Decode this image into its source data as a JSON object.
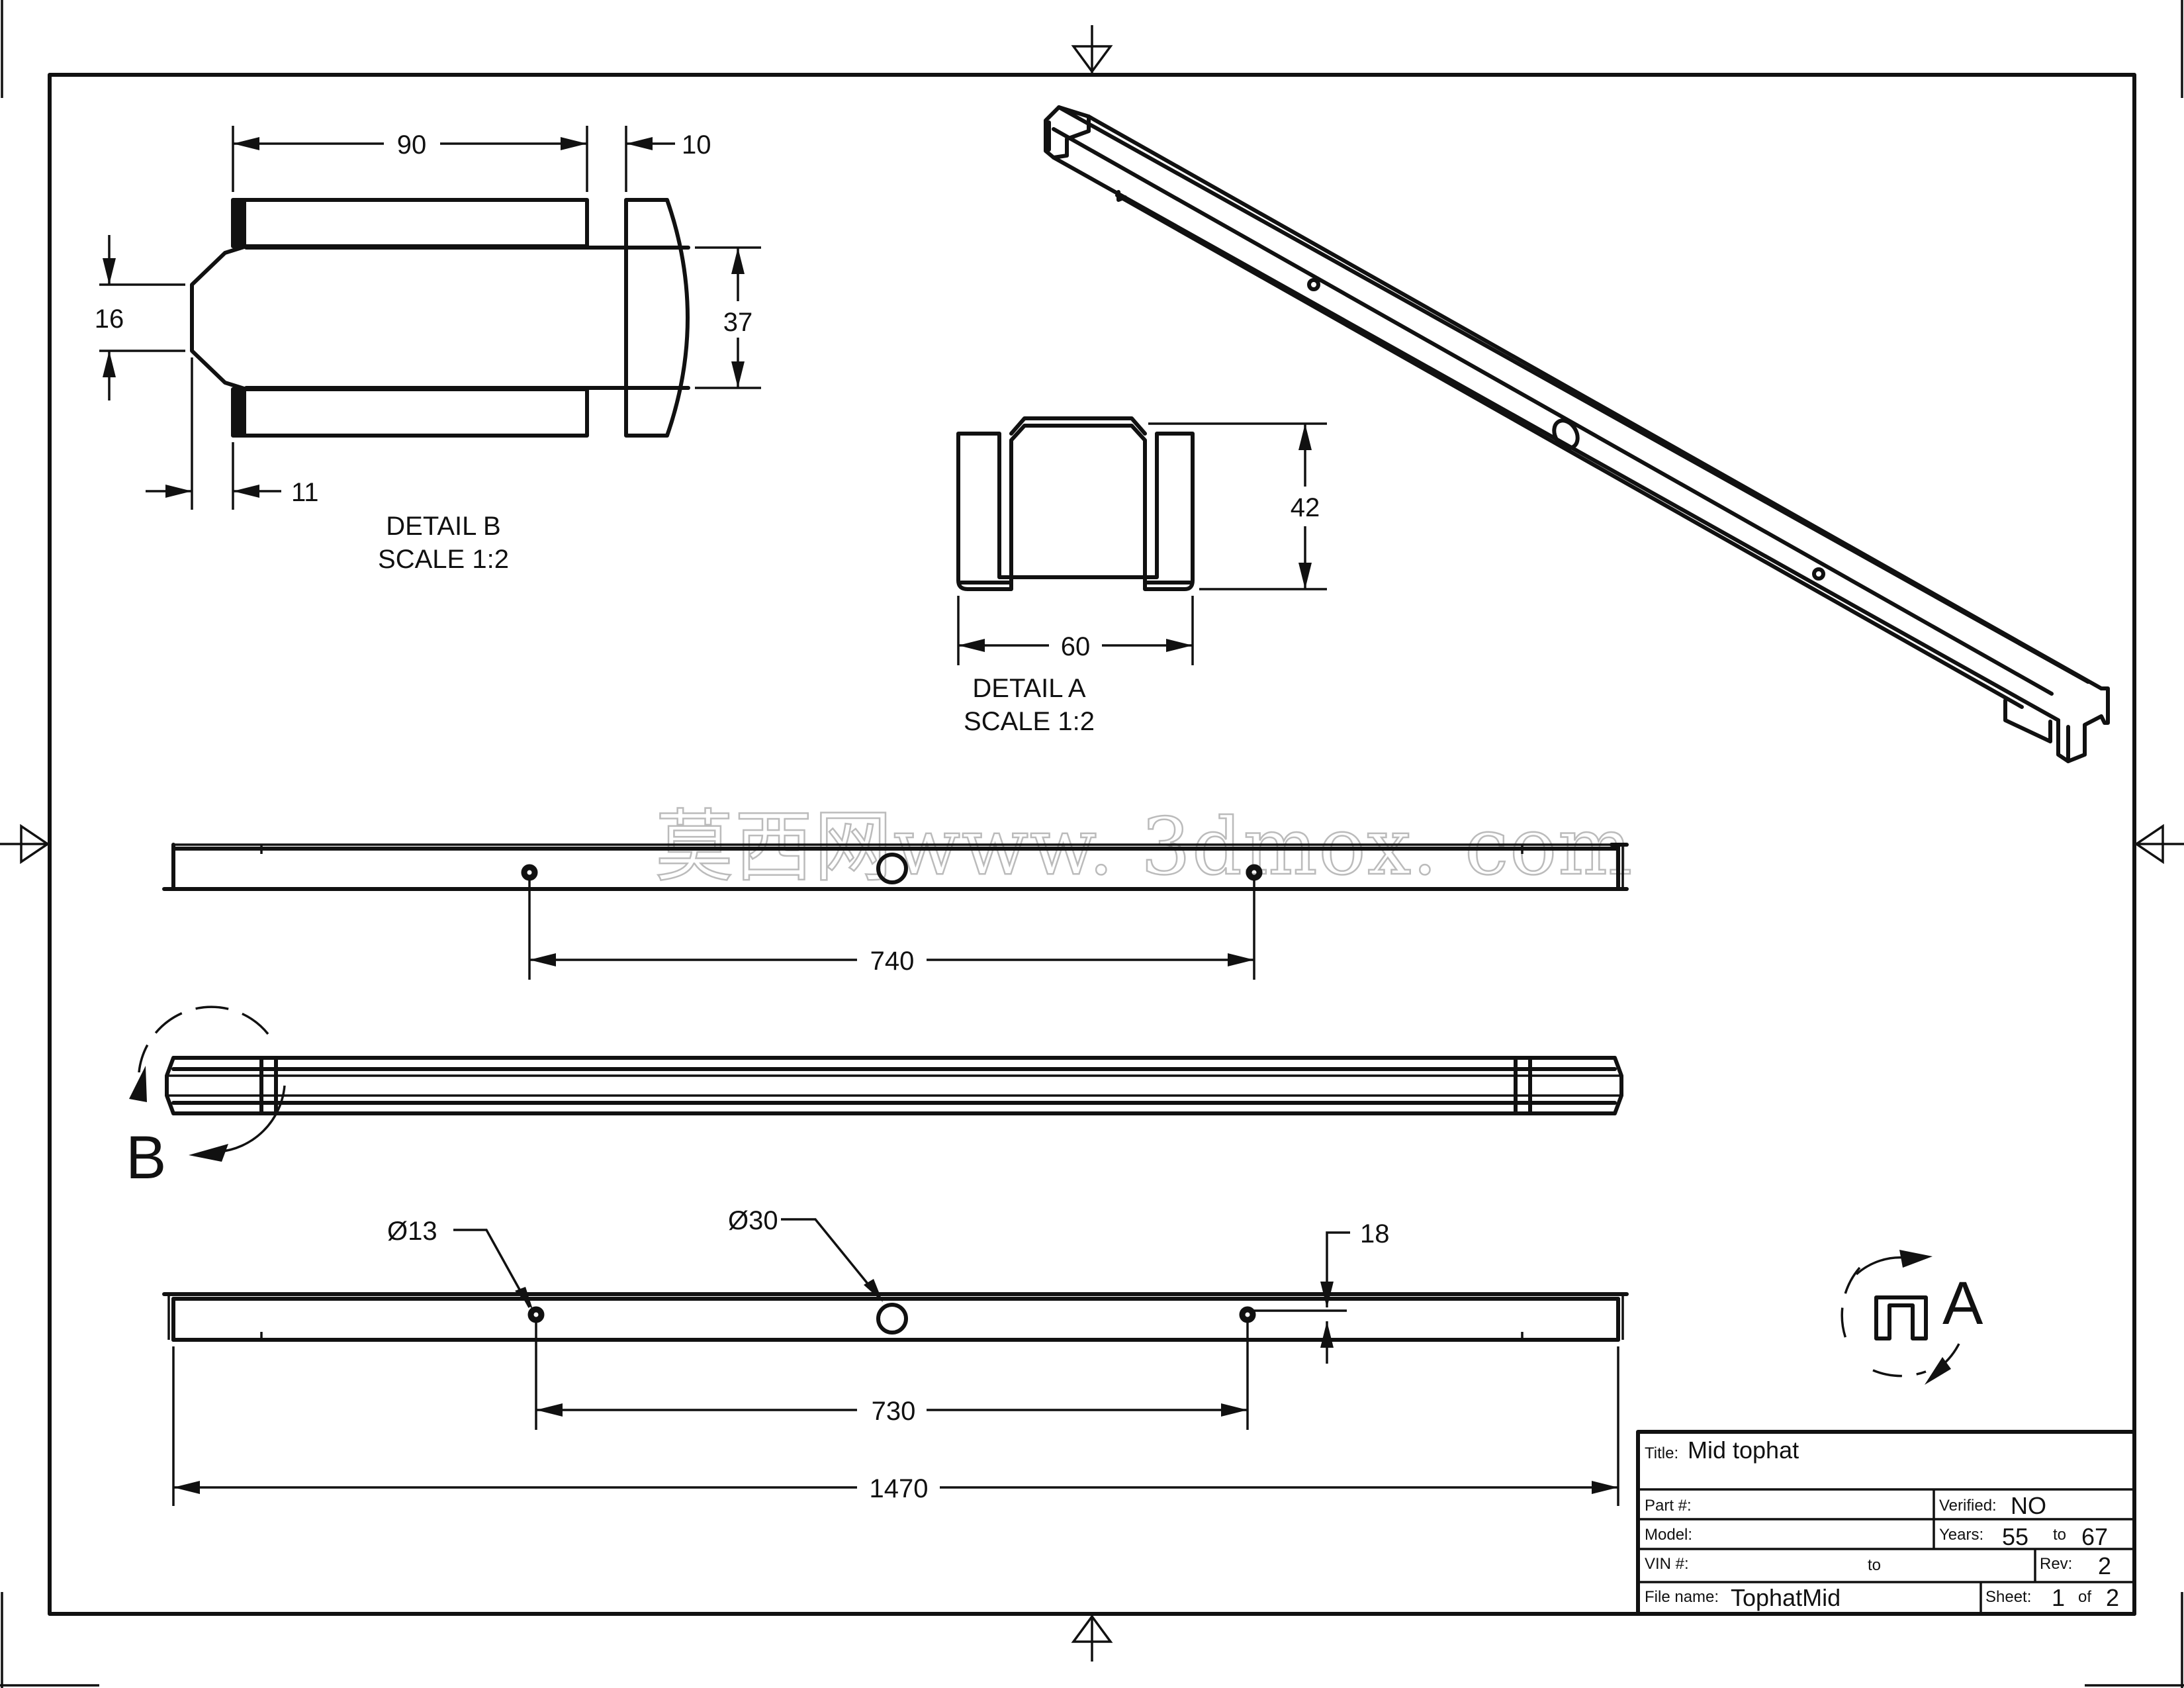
{
  "detail_b": {
    "dim_90": "90",
    "dim_10": "10",
    "dim_16": "16",
    "dim_37": "37",
    "dim_11": "11",
    "label": "DETAIL B",
    "scale": "SCALE 1:2"
  },
  "detail_a": {
    "dim_42": "42",
    "dim_60": "60",
    "label": "DETAIL A",
    "scale": "SCALE 1:2"
  },
  "views": {
    "dim_740": "740",
    "dim_730": "730",
    "dim_1470": "1470",
    "dim_18": "18",
    "hole_small": "Ø13",
    "hole_large": "Ø30",
    "view_b": "B",
    "view_a": "A"
  },
  "watermark": "莫西网www. 3dmox. com",
  "title_block": {
    "title_label": "Title:",
    "title_value": "Mid tophat",
    "part_label": "Part #:",
    "verified_label": "Verified:",
    "verified_value": "NO",
    "model_label": "Model:",
    "years_label": "Years:",
    "years_from": "55",
    "years_to_label": "to",
    "years_to": "67",
    "vin_label": "VIN #:",
    "vin_to": "to",
    "rev_label": "Rev:",
    "rev_value": "2",
    "filename_label": "File name:",
    "filename_value": "TophatMid",
    "sheet_label": "Sheet:",
    "sheet_value": "1",
    "sheet_of": "of",
    "sheet_total": "2"
  }
}
